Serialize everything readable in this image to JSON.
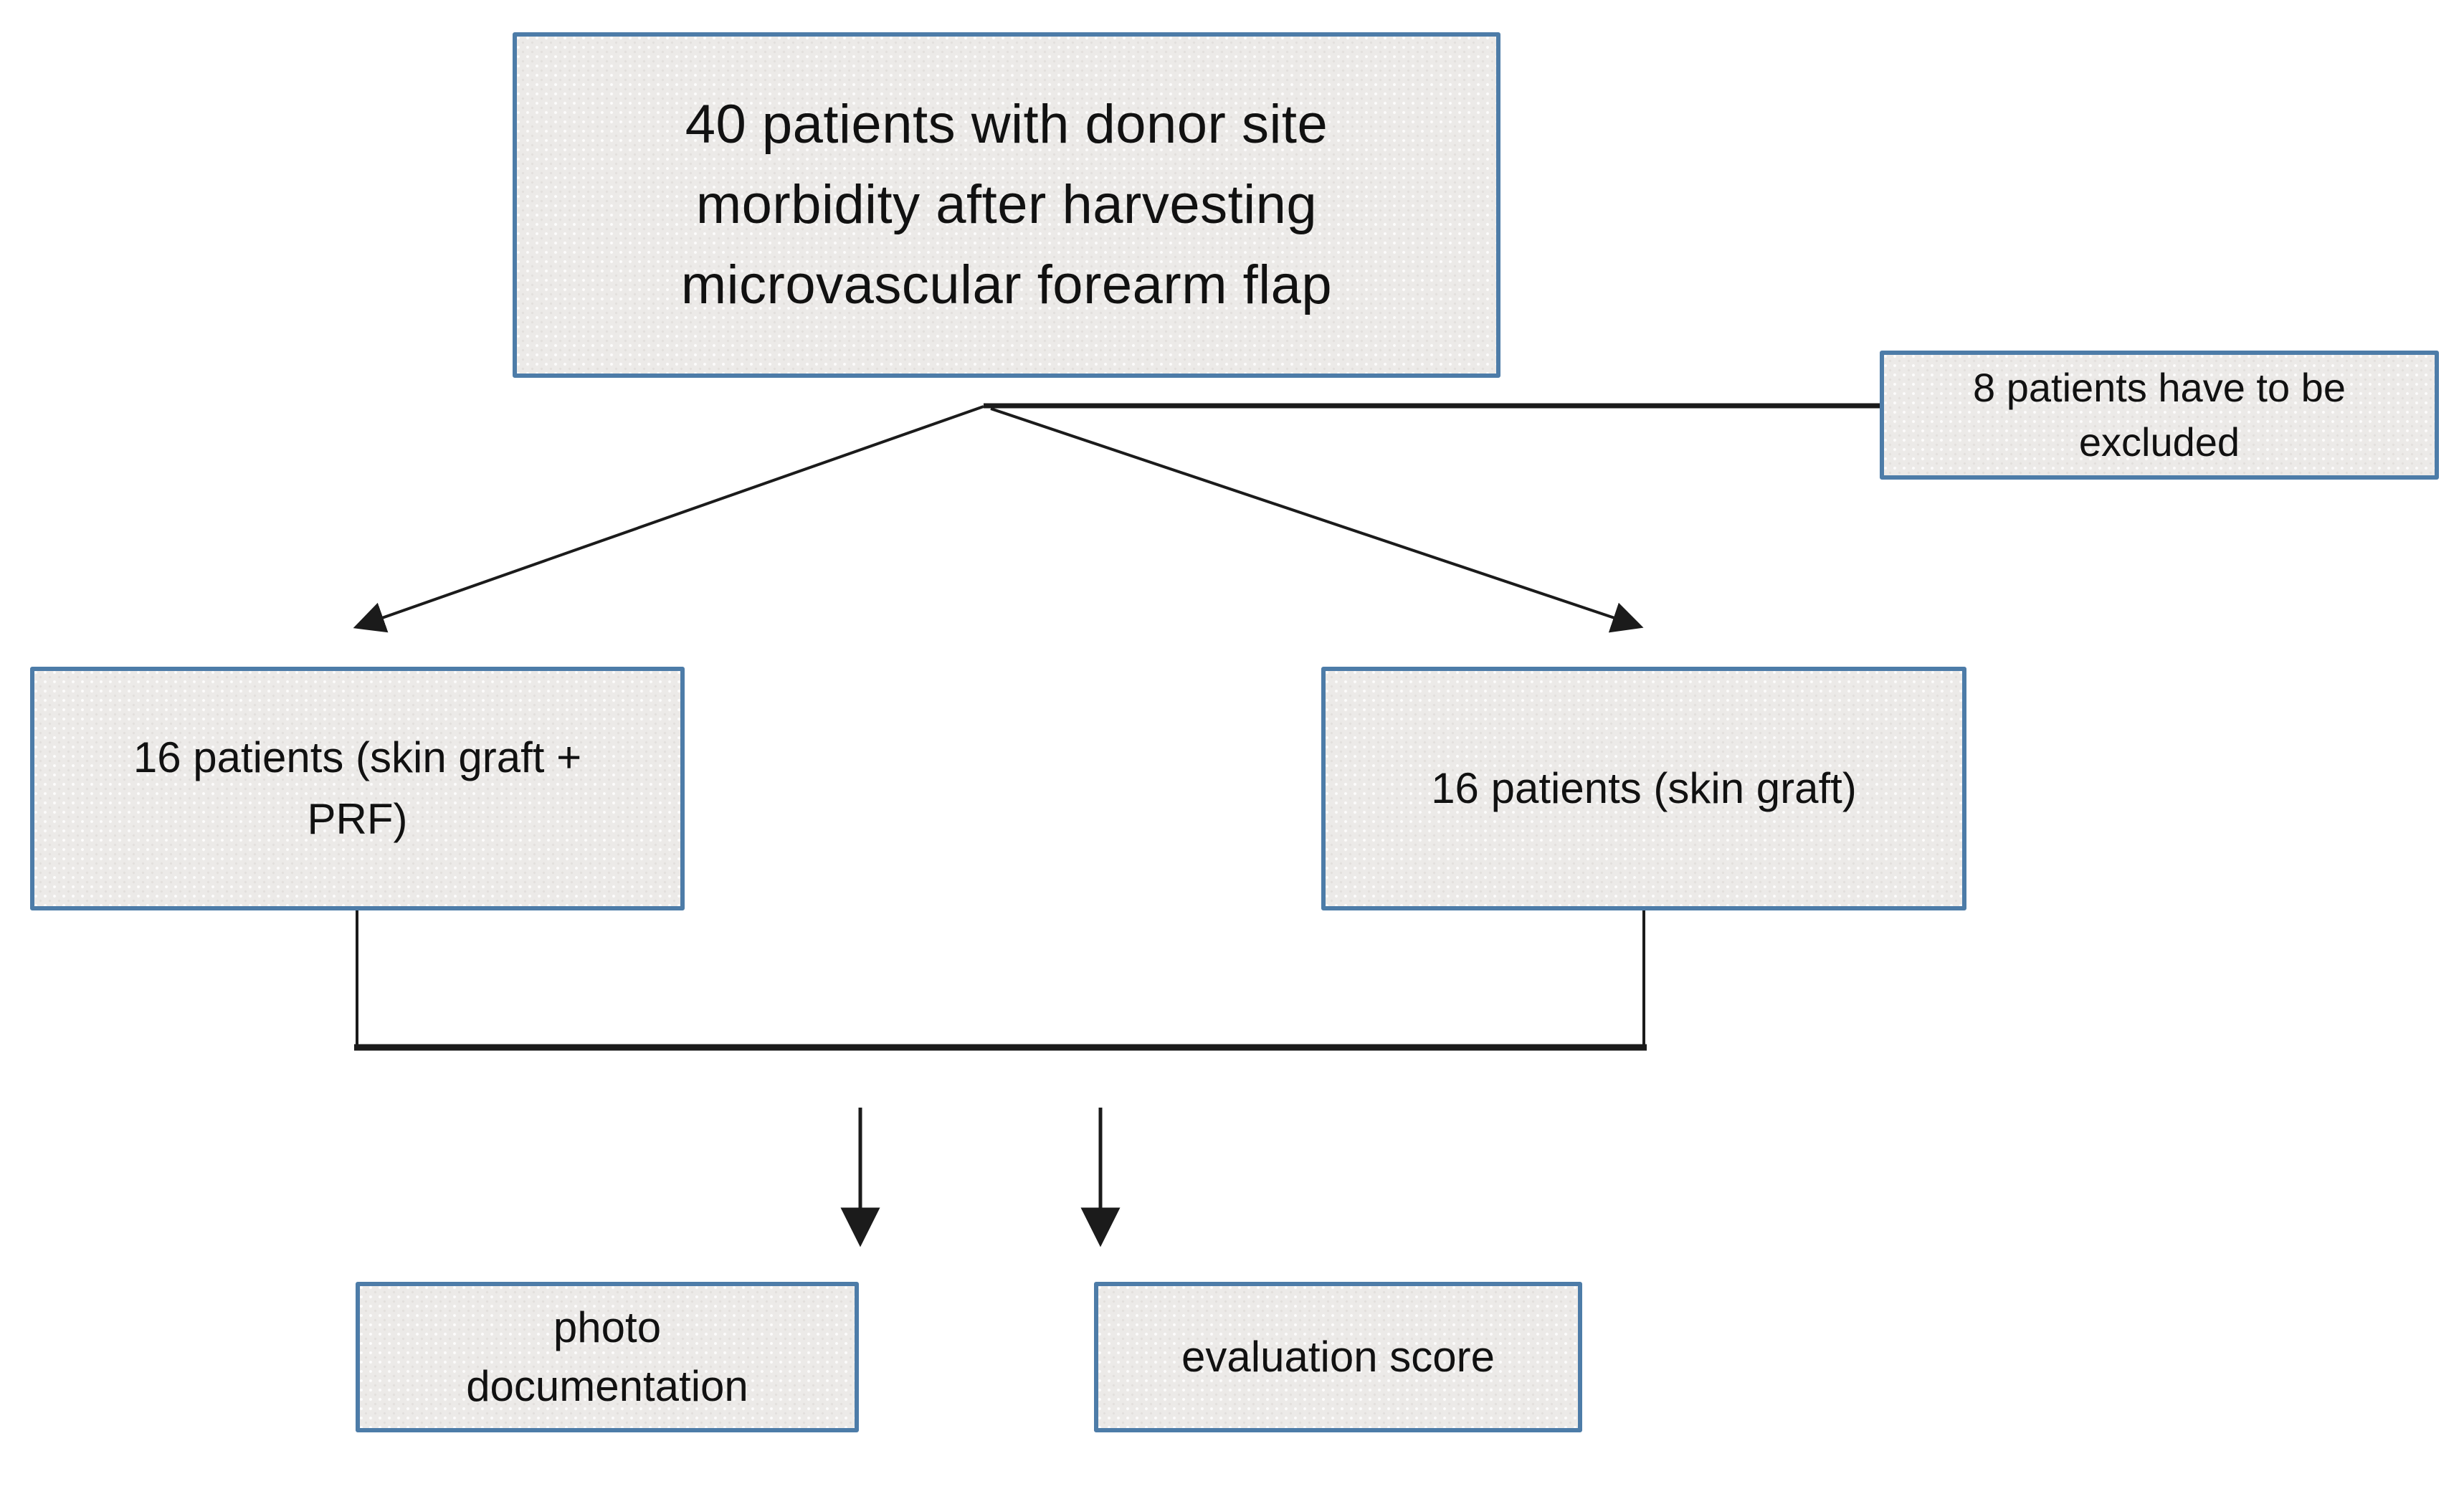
{
  "figure": {
    "type": "flowchart",
    "description": "Patient allocation flow diagram"
  },
  "colors": {
    "background": "#ffffff",
    "box_fill": "#eceae8",
    "box_border": "#4d7ca8",
    "line": "#1b1b1b",
    "text": "#111111"
  },
  "nodes": {
    "start": {
      "lines": [
        "40 patients with donor site",
        "morbidity after harvesting",
        "microvascular forearm flap"
      ]
    },
    "excluded": {
      "lines": [
        "8 patients have to be",
        "excluded"
      ]
    },
    "group_prf": {
      "lines": [
        "16 patients (skin graft +",
        "PRF)"
      ]
    },
    "group_control": {
      "lines": [
        "16 patients (skin graft)"
      ]
    },
    "photo": {
      "lines": [
        "photo",
        "documentation"
      ]
    },
    "score": {
      "lines": [
        "evaluation score"
      ]
    }
  },
  "edges": [
    {
      "from": "start",
      "to": "group_prf",
      "style": "arrow"
    },
    {
      "from": "start",
      "to": "group_control",
      "style": "arrow"
    },
    {
      "from": "start",
      "to": "excluded",
      "style": "plain-line"
    },
    {
      "from": "group_prf",
      "to": "merge-bar",
      "style": "plain-line"
    },
    {
      "from": "group_control",
      "to": "merge-bar",
      "style": "plain-line"
    },
    {
      "from": "merge-bar",
      "to": "photo",
      "style": "arrow"
    },
    {
      "from": "merge-bar",
      "to": "score",
      "style": "arrow"
    }
  ]
}
